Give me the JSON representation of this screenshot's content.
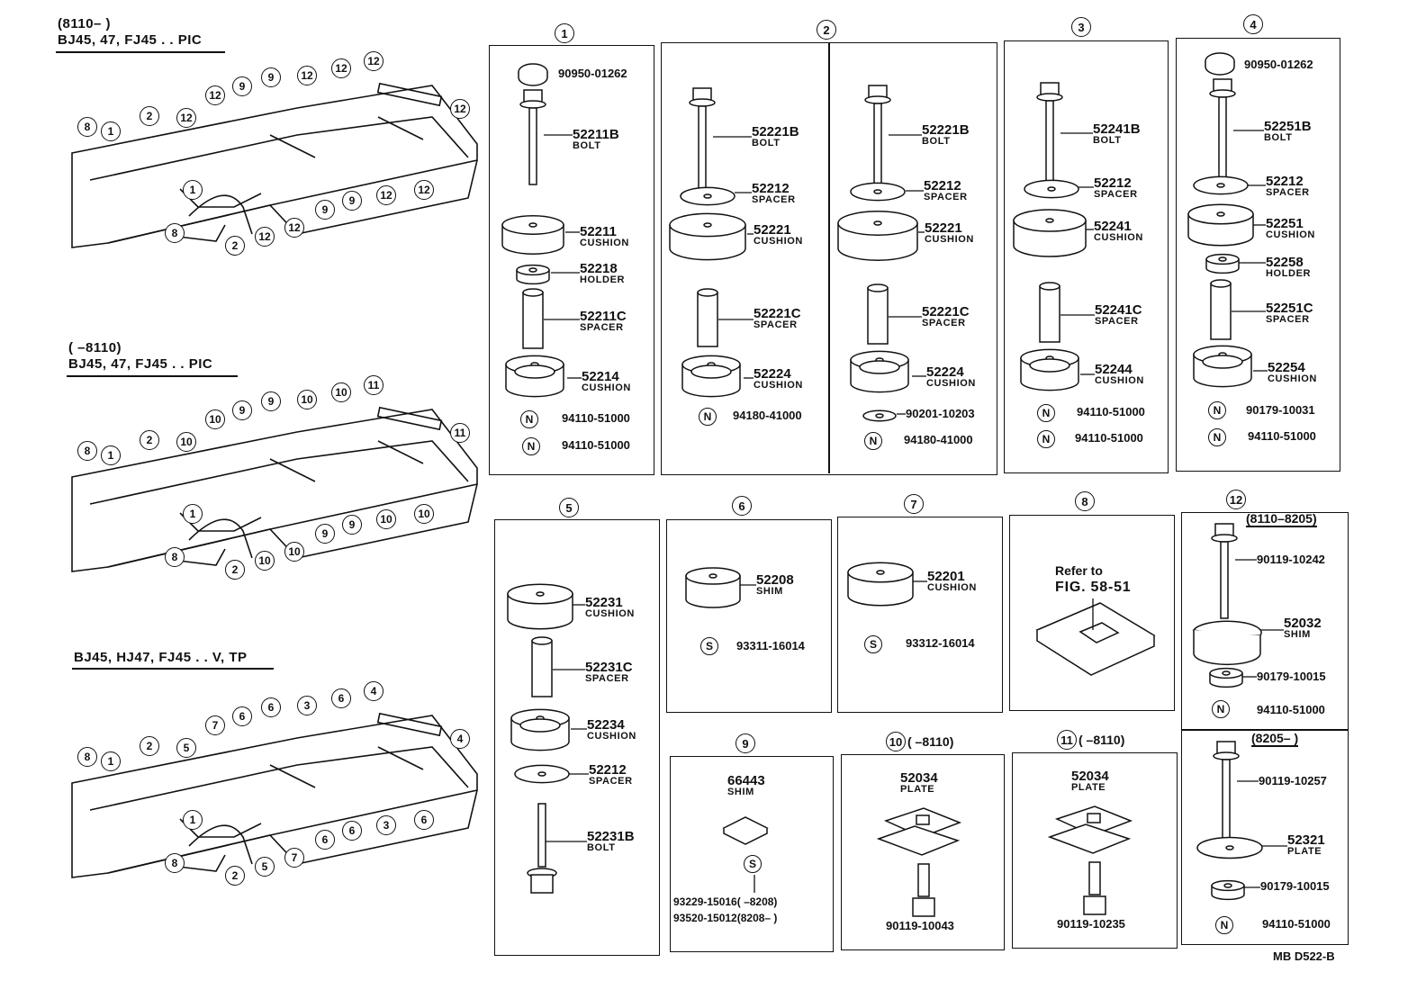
{
  "figure_code": "MB  D522-B",
  "headers": [
    {
      "range": "(8110–        )",
      "models": "BJ45, 47, FJ45 . . PIC"
    },
    {
      "range": "(        –8110)",
      "models": "BJ45, 47, FJ45 . . PIC"
    },
    {
      "models": "BJ45, HJ47, FJ45 . . V, TP"
    }
  ],
  "frame_callouts": {
    "frame1": [
      "8",
      "1",
      "2",
      "12",
      "12",
      "9",
      "9",
      "12",
      "12",
      "12",
      "12",
      "1",
      "8",
      "2",
      "12",
      "12",
      "9",
      "9",
      "12",
      "12"
    ],
    "frame2": [
      "8",
      "1",
      "2",
      "10",
      "10",
      "9",
      "9",
      "10",
      "10",
      "11",
      "11",
      "1",
      "8",
      "2",
      "10",
      "10",
      "9",
      "9",
      "10",
      "10"
    ],
    "frame3": [
      "8",
      "1",
      "2",
      "5",
      "7",
      "6",
      "6",
      "3",
      "6",
      "4",
      "4",
      "1",
      "8",
      "2",
      "5",
      "7",
      "6",
      "6",
      "3",
      "6"
    ]
  },
  "groups": [
    {
      "id": "1",
      "parts": [
        {
          "no": "90950-01262"
        },
        {
          "no": "52211B",
          "name": "BOLT"
        },
        {
          "no": "52211",
          "name": "CUSHION"
        },
        {
          "no": "52218",
          "name": "HOLDER"
        },
        {
          "no": "52211C",
          "name": "SPACER"
        },
        {
          "no": "52214",
          "name": "CUSHION"
        }
      ],
      "refs": [
        {
          "sym": "N",
          "no": "94110-51000"
        },
        {
          "sym": "N",
          "no": "94110-51000"
        }
      ]
    },
    {
      "id": "2",
      "parts": [
        {
          "no": "52221B",
          "name": "BOLT"
        },
        {
          "no": "52212",
          "name": "SPACER"
        },
        {
          "no": "52221",
          "name": "CUSHION"
        },
        {
          "no": "52221C",
          "name": "SPACER"
        },
        {
          "no": "52224",
          "name": "CUSHION"
        }
      ],
      "refs": [
        {
          "sym": "N",
          "no": "94180-41000"
        }
      ],
      "parts_b": [
        {
          "no": "52221B",
          "name": "BOLT"
        },
        {
          "no": "52212",
          "name": "SPACER"
        },
        {
          "no": "52221",
          "name": "CUSHION"
        },
        {
          "no": "52221C",
          "name": "SPACER"
        },
        {
          "no": "52224",
          "name": "CUSHION"
        }
      ],
      "refs_b": [
        {
          "no": "90201-10203"
        },
        {
          "sym": "N",
          "no": "94180-41000"
        }
      ]
    },
    {
      "id": "3",
      "parts": [
        {
          "no": "52241B",
          "name": "BOLT"
        },
        {
          "no": "52212",
          "name": "SPACER"
        },
        {
          "no": "52241",
          "name": "CUSHION"
        },
        {
          "no": "52241C",
          "name": "SPACER"
        },
        {
          "no": "52244",
          "name": "CUSHION"
        }
      ],
      "refs": [
        {
          "sym": "N",
          "no": "94110-51000"
        },
        {
          "sym": "N",
          "no": "94110-51000"
        }
      ]
    },
    {
      "id": "4",
      "parts": [
        {
          "no": "90950-01262"
        },
        {
          "no": "52251B",
          "name": "BOLT"
        },
        {
          "no": "52212",
          "name": "SPACER"
        },
        {
          "no": "52251",
          "name": "CUSHION"
        },
        {
          "no": "52258",
          "name": "HOLDER"
        },
        {
          "no": "52251C",
          "name": "SPACER"
        },
        {
          "no": "52254",
          "name": "CUSHION"
        }
      ],
      "refs": [
        {
          "sym": "N",
          "no": "90179-10031"
        },
        {
          "sym": "N",
          "no": "94110-51000"
        }
      ]
    },
    {
      "id": "5",
      "parts": [
        {
          "no": "52231",
          "name": "CUSHION"
        },
        {
          "no": "52231C",
          "name": "SPACER"
        },
        {
          "no": "52234",
          "name": "CUSHION"
        },
        {
          "no": "52212",
          "name": "SPACER"
        },
        {
          "no": "52231B",
          "name": "BOLT"
        }
      ]
    },
    {
      "id": "6",
      "parts": [
        {
          "no": "52208",
          "name": "SHIM"
        }
      ],
      "refs": [
        {
          "sym": "S",
          "no": "93311-16014"
        }
      ]
    },
    {
      "id": "7",
      "parts": [
        {
          "no": "52201",
          "name": "CUSHION"
        }
      ],
      "refs": [
        {
          "sym": "S",
          "no": "93312-16014"
        }
      ]
    },
    {
      "id": "8",
      "note_l1": "Refer to",
      "note_l2": "FIG. 58-51"
    },
    {
      "id": "12",
      "range_a": "(8110–8205)",
      "range_b": "(8205–        )",
      "parts_a": [
        {
          "no": "90119-10242"
        },
        {
          "no": "52032",
          "name": "SHIM"
        },
        {
          "no": "90179-10015"
        }
      ],
      "refs_a": [
        {
          "sym": "N",
          "no": "94110-51000"
        }
      ],
      "parts_b": [
        {
          "no": "90119-10257"
        },
        {
          "no": "52321",
          "name": "PLATE"
        },
        {
          "no": "90179-10015"
        }
      ],
      "refs_b": [
        {
          "sym": "N",
          "no": "94110-51000"
        }
      ]
    },
    {
      "id": "9",
      "parts": [
        {
          "no": "66443",
          "name": "SHIM"
        }
      ],
      "sym": "S",
      "ref1": "93229-15016(        –8208)",
      "ref2": "93520-15012(8208–        )"
    },
    {
      "id": "10",
      "range": "(        –8110)",
      "parts": [
        {
          "no": "52034",
          "name": "PLATE"
        }
      ],
      "bolt": "90119-10043"
    },
    {
      "id": "11",
      "range": "(        –8110)",
      "parts": [
        {
          "no": "52034",
          "name": "PLATE"
        }
      ],
      "bolt": "90119-10235"
    }
  ]
}
